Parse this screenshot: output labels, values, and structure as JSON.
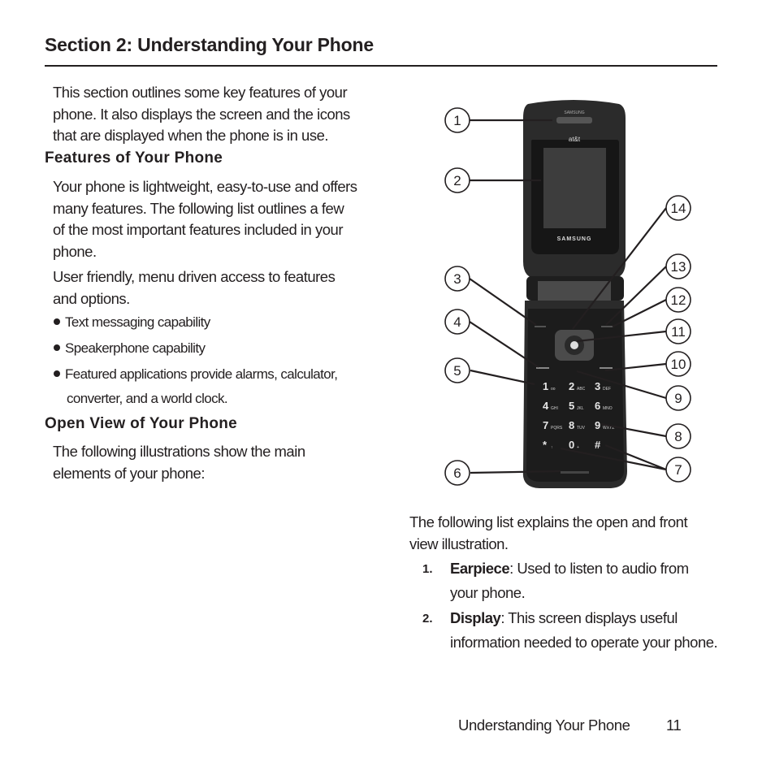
{
  "section": {
    "title": "Section 2: Understanding Your Phone"
  },
  "intro": {
    "lines": [
      "This section outlines some key features of your",
      "phone. It also displays the screen and the icons",
      "that are displayed when the phone is in use."
    ]
  },
  "features": {
    "heading": "Features of Your Phone",
    "para1_lines": [
      "Your phone is lightweight, easy-to-use and offers",
      "many features. The following list outlines a few",
      "of the most important features included in your",
      "phone."
    ],
    "para2_lines": [
      "User friendly, menu driven access to features",
      "and options."
    ],
    "bullets": [
      "Text messaging capability",
      "Speakerphone capability",
      "Featured applications provide alarms, calculator,"
    ],
    "bullet3_cont": "converter, and a world clock."
  },
  "open_view": {
    "heading": "Open View of Your Phone",
    "lines": [
      "The following illustrations show the main",
      "elements of your phone:"
    ]
  },
  "phone": {
    "brand_top": "SAMSUNG",
    "carrier": "at&t",
    "brand_mid": "SAMSUNG",
    "keys": [
      {
        "num": "1",
        "sub": "oo"
      },
      {
        "num": "2",
        "sub": "ABC"
      },
      {
        "num": "3",
        "sub": "DEF"
      },
      {
        "num": "4",
        "sub": "GHI"
      },
      {
        "num": "5",
        "sub": "JKL"
      },
      {
        "num": "6",
        "sub": "MNO"
      },
      {
        "num": "7",
        "sub": "PQRS"
      },
      {
        "num": "8",
        "sub": "TUV"
      },
      {
        "num": "9",
        "sub": "WXYZ"
      },
      {
        "num": "*",
        "sub": "↑"
      },
      {
        "num": "0",
        "sub": "+"
      },
      {
        "num": "#",
        "sub": ""
      }
    ],
    "callouts": [
      "1",
      "2",
      "3",
      "4",
      "5",
      "6",
      "7",
      "8",
      "9",
      "10",
      "11",
      "12",
      "13",
      "14"
    ]
  },
  "explain": {
    "lines": [
      "The following list explains the open and front",
      "view illustration."
    ],
    "items": [
      {
        "num": "1.",
        "term": "Earpiece",
        "rest": ": Used to listen to audio from",
        "cont": "your phone."
      },
      {
        "num": "2.",
        "term": "Display",
        "rest": ": This screen displays useful",
        "cont": "information needed to operate your phone."
      }
    ]
  },
  "footer": {
    "label": "Understanding Your Phone",
    "page": "11"
  }
}
